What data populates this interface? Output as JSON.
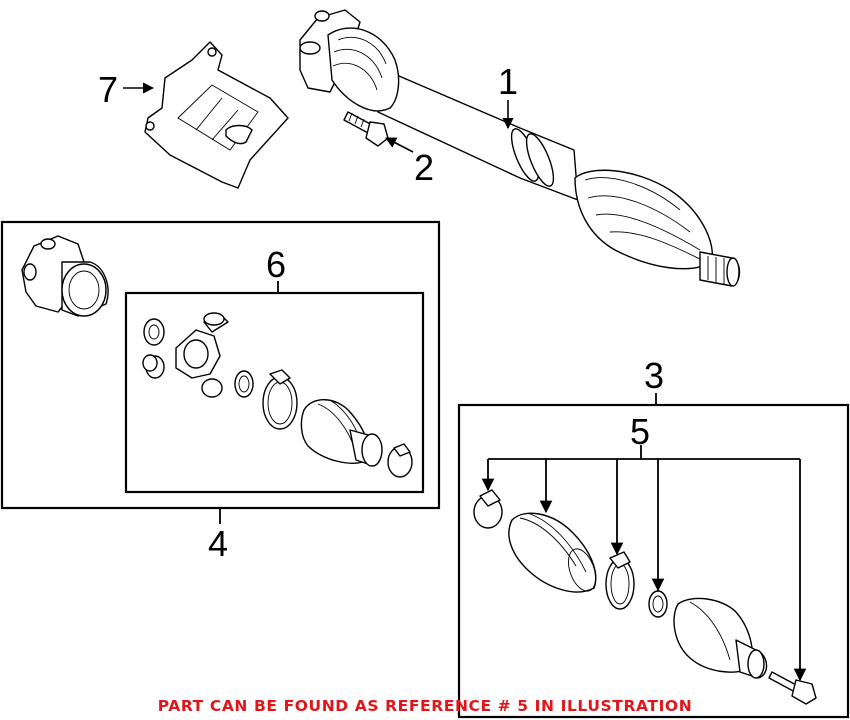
{
  "callouts": {
    "c1": "1",
    "c2": "2",
    "c3": "3",
    "c4": "4",
    "c5": "5",
    "c6": "6",
    "c7": "7"
  },
  "note": "PART CAN BE FOUND AS REFERENCE # 5 IN ILLUSTRATION",
  "colors": {
    "note": "#e0161b",
    "linework": "#000000",
    "background": "#ffffff"
  }
}
